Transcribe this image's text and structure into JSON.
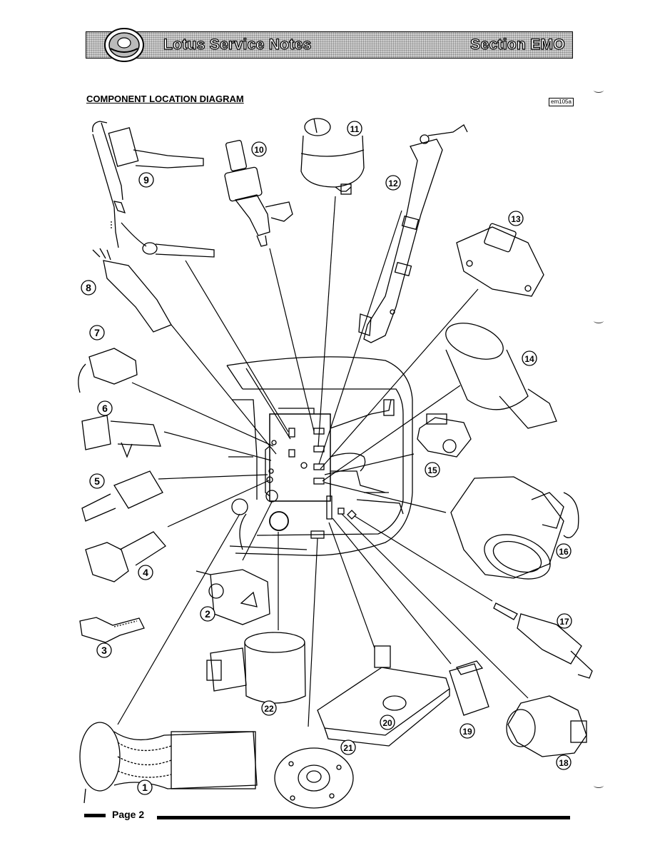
{
  "header": {
    "title": "Lotus Service Notes",
    "section": "Section EMO",
    "logo_icon": "lotus-roundel-icon"
  },
  "heading": "COMPONENT LOCATION DIAGRAM",
  "reference_tag": "em105a",
  "callouts": [
    "1",
    "2",
    "3",
    "4",
    "5",
    "6",
    "7",
    "8",
    "9",
    "10",
    "11",
    "12",
    "13",
    "14",
    "15",
    "16",
    "17",
    "18",
    "19",
    "20",
    "21",
    "22"
  ],
  "footer": {
    "page_label": "Page 2"
  }
}
